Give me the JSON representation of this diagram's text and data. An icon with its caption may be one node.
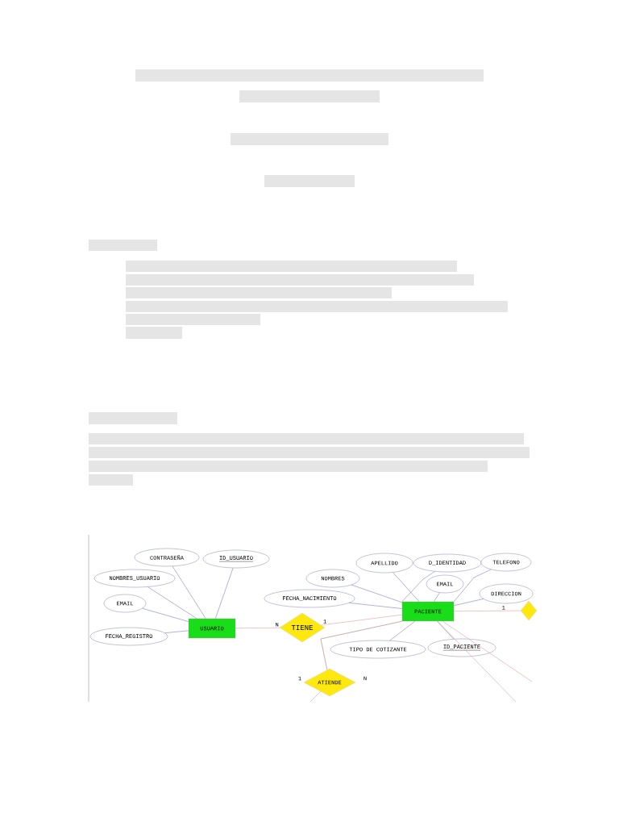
{
  "diagram": {
    "nodes": [
      {
        "text": [
          "CONTRASEÑA"
        ]
      },
      {
        "text": [
          "ID_USUARIO"
        ]
      },
      {
        "text": [
          "NOMBRES_USUARIO"
        ]
      },
      {
        "text": [
          "EMAIL"
        ]
      },
      {
        "text": [
          "FECHA_REGISTRO"
        ]
      },
      {
        "text": [
          "USUARIO"
        ]
      },
      {
        "text": [
          "TIENE"
        ]
      },
      {
        "text": [
          "APELLIDO"
        ]
      },
      {
        "text": [
          "D_IDENTIDAD"
        ]
      },
      {
        "text": [
          "TELEFONO"
        ]
      },
      {
        "text": [
          "NOMBRES"
        ]
      },
      {
        "text": [
          "EMAIL"
        ]
      },
      {
        "text": [
          "DIRECCION"
        ]
      },
      {
        "text": [
          "FECHA_NACIMIENTO"
        ]
      },
      {
        "text": [
          "PACIENTE"
        ]
      },
      {
        "text": [
          "TIPO DE COTIZANTE"
        ]
      },
      {
        "text": [
          "ID_PACIENTE"
        ]
      },
      {
        "text": [
          "ATIENDE"
        ],
        "beside": [
          "1",
          "N"
        ]
      },
      {
        "text": [],
        "shape": "diamond"
      }
    ],
    "edges": [
      {
        "from": 0,
        "to": 5,
        "arrow": "none"
      },
      {
        "from": 1,
        "to": 5,
        "arrow": "none"
      },
      {
        "from": 2,
        "to": 5,
        "arrow": "none"
      },
      {
        "from": 3,
        "to": 5,
        "arrow": "none"
      },
      {
        "from": 4,
        "to": 5,
        "arrow": "none"
      },
      {
        "from": 5,
        "to": 6,
        "arrow": "none",
        "label": "N",
        "color": "#e0a0a0"
      },
      {
        "from": 6,
        "to": 14,
        "arrow": "none",
        "label": "1",
        "color": "#e0a0a0"
      },
      {
        "from": 7,
        "to": 14,
        "arrow": "none"
      },
      {
        "from": 8,
        "to": 14,
        "arrow": "none"
      },
      {
        "from": 9,
        "to": 14,
        "arrow": "none"
      },
      {
        "from": 10,
        "to": 14,
        "arrow": "none"
      },
      {
        "from": 11,
        "to": 14,
        "arrow": "none"
      },
      {
        "from": 12,
        "to": 14,
        "arrow": "none"
      },
      {
        "from": 13,
        "to": 14,
        "arrow": "none"
      },
      {
        "from": 15,
        "to": 14,
        "arrow": "none"
      },
      {
        "from": 16,
        "to": 14,
        "arrow": "none"
      },
      {
        "from": 14,
        "to": 18,
        "arrow": "none",
        "label": "1",
        "color": "#e0a0a0"
      },
      {
        "from": 14,
        "to": 17,
        "arrow": "none",
        "color": "#b07070"
      },
      {
        "from": 17,
        "to": null,
        "arrow": "none",
        "color": "#e0a0a0"
      },
      {
        "from": 14,
        "to": null,
        "arrow": "none",
        "color": "#e0a0a0"
      },
      {
        "from": 14,
        "to": null,
        "arrow": "none",
        "color": "#e0a0a0"
      }
    ]
  }
}
